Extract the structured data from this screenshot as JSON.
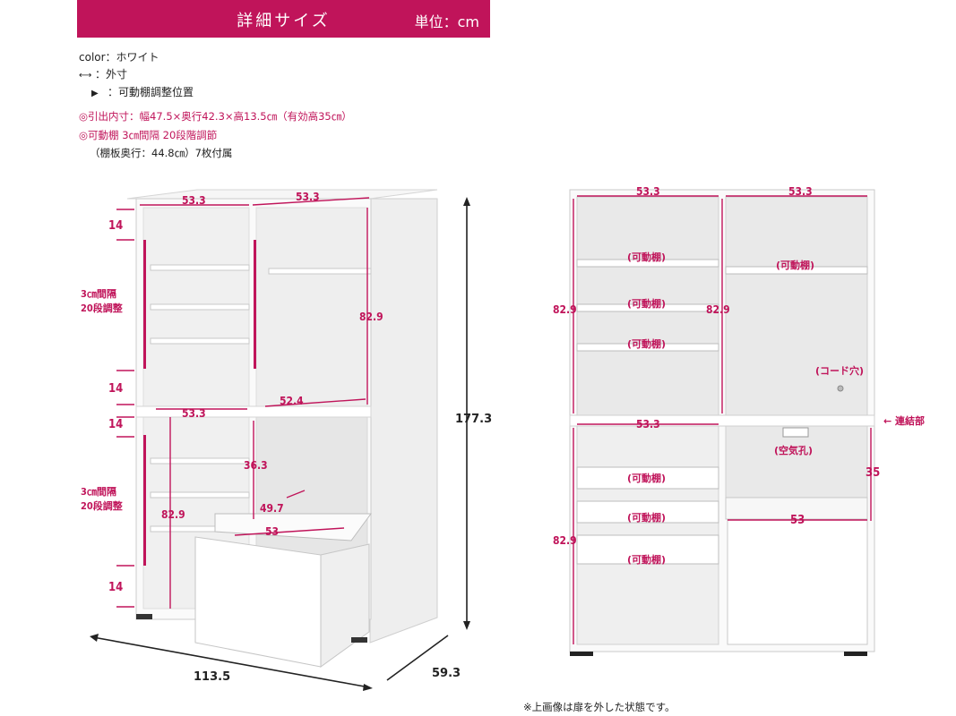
{
  "header": {
    "title": "詳細サイズ",
    "unit": "単位：cm"
  },
  "legend": {
    "color": "color：ホワイト",
    "outer": "：外寸",
    "shelf_mark": "：可動棚調整位置"
  },
  "notes": [
    "◎引出内寸：幅47.5×奥行42.3×高13.5㎝（有効高35㎝）",
    "◎可動棚 3㎝間隔 20段階調節",
    "（棚板奥行：44.8㎝）7枚付属"
  ],
  "left_dims": {
    "w1": "53.3",
    "w2": "53.3",
    "h_top": "14",
    "adjust_label_1": "3㎝間隔",
    "adjust_label_2": "20段調整",
    "h_mid": "14",
    "h_low_top": "14",
    "h_right": "82.9",
    "inner_depth": "52.4",
    "w_low": "53.3",
    "h_small": "36.3",
    "adjust_label_3": "3㎝間隔",
    "adjust_label_4": "20段調整",
    "h_low": "82.9",
    "drawer_depth": "49.7",
    "drawer_w": "53",
    "h_bottom": "14",
    "total_h": "177.3",
    "total_w": "113.5",
    "total_d": "59.3"
  },
  "right_dims": {
    "w1": "53.3",
    "w2": "53.3",
    "h_left": "82.9",
    "h_center": "82.9",
    "w_low": "53.3",
    "h_low": "82.9",
    "h_drawer": "35",
    "drawer_w": "53",
    "shelf_labels": [
      "(可動棚)",
      "(可動棚)",
      "(可動棚)",
      "(可動棚)",
      "(可動棚)",
      "(可動棚)",
      "(可動棚)"
    ],
    "cord_hole": "(コード穴)",
    "air_hole": "(空気孔)",
    "joint": "← 連結部"
  },
  "footer": "※上画像は扉を外した状態です。"
}
